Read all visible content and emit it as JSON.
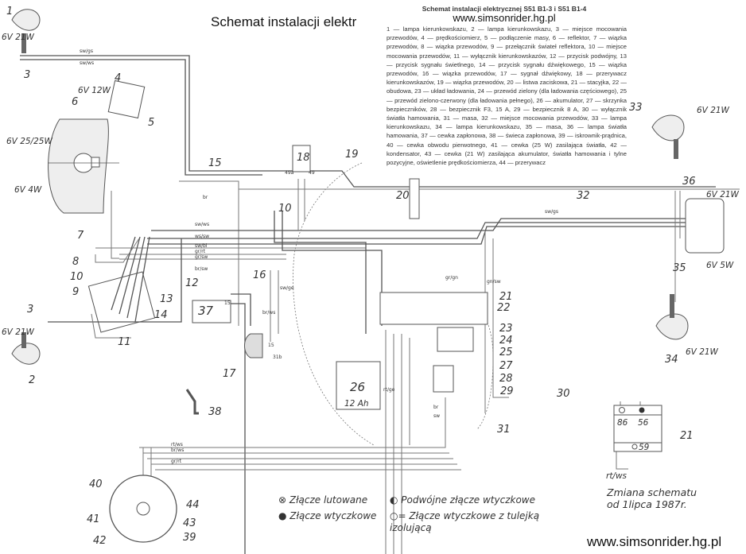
{
  "title": "Schemat instalacji elektr",
  "legend": {
    "heading": "Schemat instalacji elektrycznej S51 B1-3 i S51 B1-4",
    "url": "www.simsonrider.hg.pl",
    "text": "1 — lampa kierunkowskazu, 2 — lampa kierunkowskazu, 3 — miejsce mocowania przewodów, 4 — prędkościomierz, 5 — podłączenie masy, 6 — reflektor, 7 — wiązka przewodów, 8 — wiązka przewodów, 9 — przełącznik świateł reflektora, 10 — miejsce mocowania przewodów, 11 — wyłącznik kierunkowskazów, 12 — przycisk podwójny, 13 — przycisk sygnału świetlnego, 14 — przycisk sygnału dźwiękowego, 15 — wiązka przewodów, 16 — wiązka przewodów, 17 — sygnał dźwiękowy, 18 — przerywacz kierunkowskazów, 19 — wiązka przewodów, 20 — listwa zaciskowa, 21 — stacyjka, 22 — obudowa, 23 — układ ładowania, 24 — przewód zielony (dla ładowania częściowego), 25 — przewód zielono-czerwony (dla ładowania pełnego), 26 — akumulator, 27 — skrzynka bezpieczników, 28 — bezpiecznik F3, 15 A, 29 — bezpiecznik 8 A, 30 — wyłącznik światła hamowania, 31 — masa, 32 — miejsce mocowania przewodów, 33 — lampa kierunkowskazu, 34 — lampa kierunkowskazu, 35 — masa, 36 — lampa światła hamowania, 37 — cewka zapłonowa, 38 — świeca zapłonowa, 39 — iskrownik-prądnica, 40 — cewka obwodu pierwotnego, 41 — cewka (25 W) zasilająca światła, 42 — kondensator, 43 — cewka (21 W) zasilająca akumulator, światła hamowania i tylne pozycyjne, oświetlenie prędkościomierza, 44 — przerywacz"
  },
  "callouts": [
    "1",
    "2",
    "3",
    "3",
    "4",
    "5",
    "6",
    "7",
    "8",
    "9",
    "10",
    "10",
    "11",
    "12",
    "13",
    "14",
    "15",
    "16",
    "17",
    "18",
    "19",
    "20",
    "21",
    "22",
    "23",
    "24",
    "25",
    "26",
    "27",
    "28",
    "29",
    "30",
    "31",
    "32",
    "33",
    "34",
    "35",
    "36",
    "37",
    "38",
    "39",
    "40",
    "41",
    "42",
    "43",
    "44",
    "21"
  ],
  "lamp_ratings": [
    "6V 21W",
    "6V 21W",
    "6V 12W",
    "6V 25/25W",
    "6V 4W",
    "6V 21W",
    "6V 21W",
    "6V 5W",
    "6V 21W"
  ],
  "battery_capacity": "12 Ah",
  "wire_labels": [
    "sw/gs",
    "sw/ws",
    "br",
    "sw/ws",
    "ws/sw",
    "sw/bl",
    "gr/rt",
    "gr/sw",
    "br/sw",
    "sw/ge",
    "br/ws",
    "sw/gs",
    "rt/ge",
    "gr/gn",
    "gn/sw",
    "br",
    "sw",
    "rt/ws",
    "br/ws",
    "gr/rt",
    "rt/ws"
  ],
  "terminal_labels": [
    "49a",
    "49",
    "15",
    "31b",
    "15",
    "86",
    "56",
    "59"
  ],
  "symbols": {
    "soldered": "Złącze lutowane",
    "plug": "Złącze wtyczkowe",
    "double_plug": "Podwójne złącze wtyczkowe",
    "insulated_plug": "Złącze wtyczkowe z tulejką izolującą"
  },
  "change_note": {
    "line1": "Zmiana schematu",
    "line2": "od 1lipca 1987r."
  },
  "watermark": "www.simsonrider.hg.pl",
  "colors": {
    "ink": "#333333",
    "paper": "#ffffff"
  }
}
